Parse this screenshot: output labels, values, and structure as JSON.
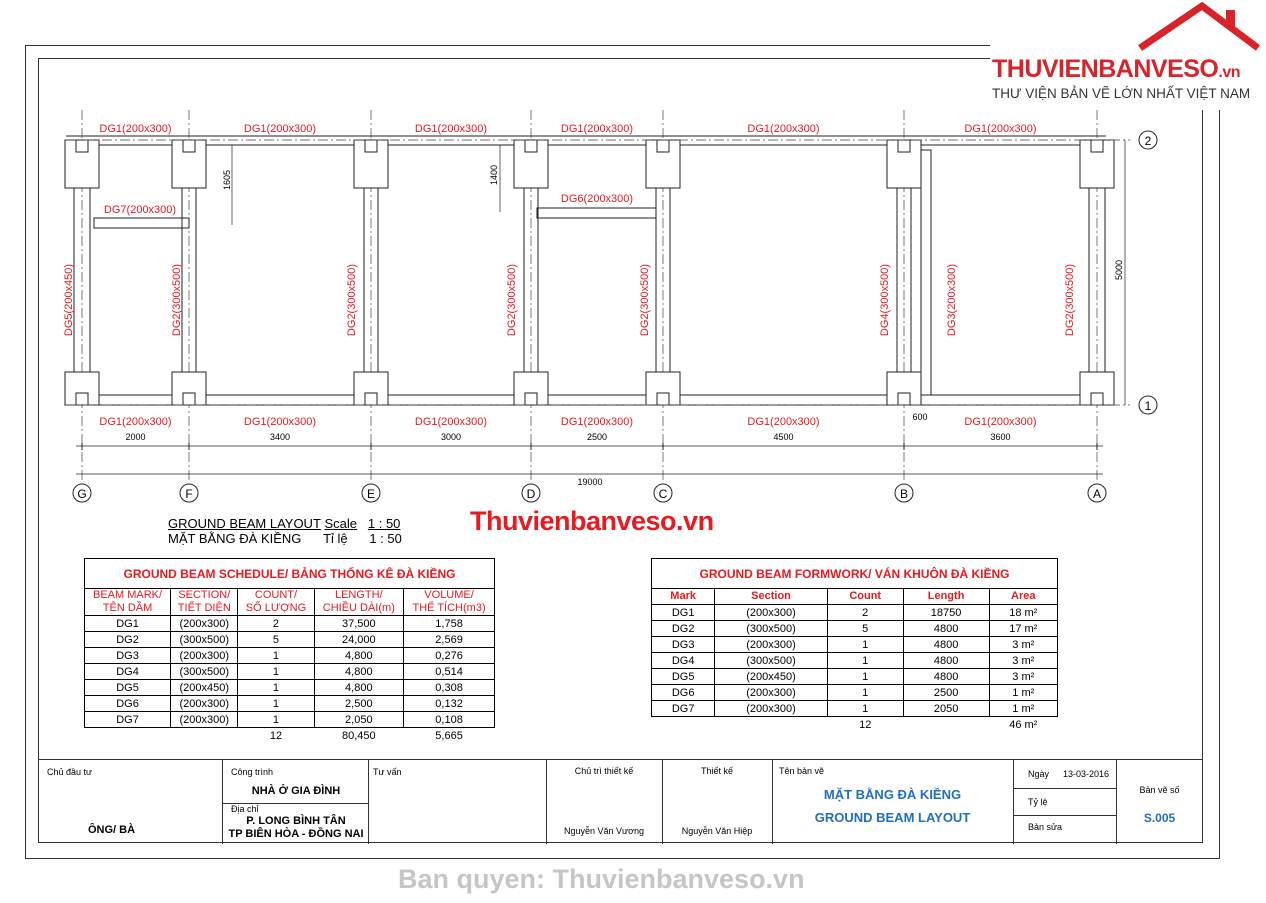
{
  "logo": {
    "brand": "THUVIENBANVESO",
    "tld": ".vn",
    "tagline": "THƯ VIỆN BẢN VẼ LỚN NHẤT VIỆT NAM"
  },
  "watermark": "Thuvienbanveso.vn",
  "watermark_copyright": "Ban quyen: Thuvienbanveso.vn",
  "plan": {
    "axes_x": [
      "G",
      "F",
      "E",
      "D",
      "C",
      "B",
      "A"
    ],
    "axes_y": [
      "2",
      "1"
    ],
    "top_beams": [
      "DG1(200x300)",
      "DG1(200x300)",
      "DG1(200x300)",
      "DG1(200x300)",
      "DG1(200x300)",
      "DG1(200x300)"
    ],
    "bottom_beams": [
      "DG1(200x300)",
      "DG1(200x300)",
      "DG1(200x300)",
      "DG1(200x300)",
      "DG1(200x300)",
      "DG1(200x300)"
    ],
    "vertical_beams": [
      "DG5(200x450)",
      "DG2(300x500)",
      "DG2(300x500)",
      "DG2(300x500)",
      "DG2(300x500)",
      "DG4(300x500)",
      "DG3(200x300)",
      "DG2(300x500)"
    ],
    "dg7": "DG7(200x300)",
    "dg6": "DG6(200x300)",
    "dims": [
      "2000",
      "3400",
      "3000",
      "2500",
      "4500",
      "3600"
    ],
    "total": "19000",
    "dim600": "600",
    "dim5000": "5000",
    "dim1605": "1605",
    "dim1400": "1400"
  },
  "layout_title": {
    "en": "GROUND BEAM LAYOUT",
    "scale_label": "Scale",
    "scale": "1 : 50",
    "vn": "MẶT BẰNG ĐÀ KIỀNG",
    "scale_label_vn": "Tỉ lệ",
    "scale_vn": "1 : 50"
  },
  "schedule": {
    "title": "GROUND BEAM SCHEDULE/ BẢNG THỐNG KÊ ĐÀ KIỀNG",
    "headers": [
      [
        "BEAM MARK/",
        "TÊN DẦM"
      ],
      [
        "SECTION/",
        "TIẾT DIỆN"
      ],
      [
        "COUNT/",
        "SỐ LƯỢNG"
      ],
      [
        "LENGTH/",
        "CHIỀU DÀI(m)"
      ],
      [
        "VOLUME/",
        "THỂ TÍCH(m3)"
      ]
    ],
    "rows": [
      [
        "DG1",
        "(200x300)",
        "2",
        "37,500",
        "1,758"
      ],
      [
        "DG2",
        "(300x500)",
        "5",
        "24,000",
        "2,569"
      ],
      [
        "DG3",
        "(200x300)",
        "1",
        "4,800",
        "0,276"
      ],
      [
        "DG4",
        "(300x500)",
        "1",
        "4,800",
        "0,514"
      ],
      [
        "DG5",
        "(200x450)",
        "1",
        "4,800",
        "0,308"
      ],
      [
        "DG6",
        "(200x300)",
        "1",
        "2,500",
        "0,132"
      ],
      [
        "DG7",
        "(200x300)",
        "1",
        "2,050",
        "0,108"
      ]
    ],
    "totals": [
      "",
      "",
      "12",
      "80,450",
      "5,665"
    ]
  },
  "formwork": {
    "title": "GROUND BEAM FORMWORK/ VÁN KHUÔN ĐÀ KIỀNG",
    "headers": [
      "Mark",
      "Section",
      "Count",
      "Length",
      "Area"
    ],
    "rows": [
      [
        "DG1",
        "(200x300)",
        "2",
        "18750",
        "18 m²"
      ],
      [
        "DG2",
        "(300x500)",
        "5",
        "4800",
        "17 m²"
      ],
      [
        "DG3",
        "(200x300)",
        "1",
        "4800",
        "3 m²"
      ],
      [
        "DG4",
        "(300x500)",
        "1",
        "4800",
        "3 m²"
      ],
      [
        "DG5",
        "(200x450)",
        "1",
        "4800",
        "3 m²"
      ],
      [
        "DG6",
        "(200x300)",
        "1",
        "2500",
        "1 m²"
      ],
      [
        "DG7",
        "(200x300)",
        "1",
        "2050",
        "1 m²"
      ]
    ],
    "totals": [
      "",
      "",
      "12",
      "",
      "46 m²"
    ]
  },
  "title_block": {
    "owner_label": "Chủ đầu tư",
    "owner": "ÔNG/ BÀ",
    "project_label": "Công trình",
    "project": "NHÀ Ở GIA ĐÌNH",
    "address_label": "Địa chỉ",
    "address1": "P. LONG BÌNH TÂN",
    "address2": "TP BIÊN HÒA - ĐỒNG NAI",
    "consultant_label": "Tư vấn",
    "chief_label": "Chủ trì thiết kế",
    "chief": "Nguyễn Văn Vương",
    "designer_label": "Thiết kế",
    "designer": "Nguyễn Văn Hiệp",
    "drawing_label": "Tên bản vẽ",
    "drawing_vn": "MẶT BẰNG ĐÀ KIỀNG",
    "drawing_en": "GROUND BEAM LAYOUT",
    "date_label": "Ngày",
    "date": "13-03-2016",
    "scale_label": "Tỷ lệ",
    "rev_label": "Bản sửa",
    "sheet_label": "Bản vẽ số",
    "sheet": "S.005"
  }
}
